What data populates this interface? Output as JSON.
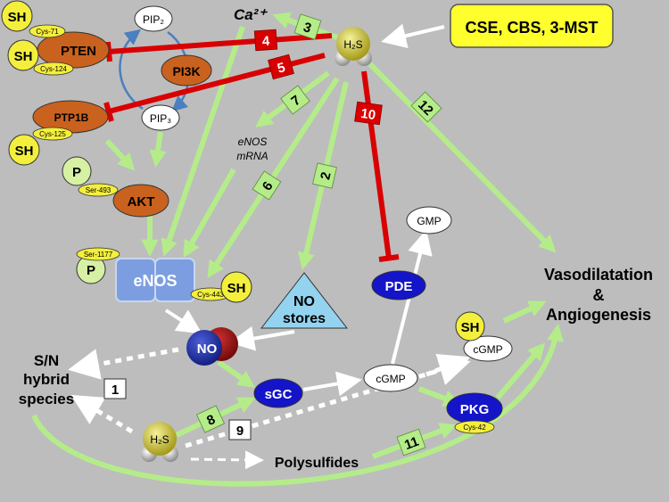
{
  "nodes": {
    "enzymes": "CSE, CBS, 3-MST",
    "h2s_main": "H₂S",
    "h2s_bottom": "H₂S",
    "ca": "Ca²⁺",
    "pip2": "PIP₂",
    "pip3": "PIP₃",
    "pi3k": "PI3K",
    "pten": "PTEN",
    "ptp1b": "PTP1B",
    "akt": "AKT",
    "enos": "eNOS",
    "no": "NO",
    "no_stores_line1": "NO",
    "no_stores_line2": "stores",
    "sgc": "sGC",
    "cgmp": "cGMP",
    "pkg": "PKG",
    "pde": "PDE",
    "gmp": "GMP",
    "sh_cgmp_top": "SH",
    "sh_cgmp_bottom": "cGMP",
    "enos_mrna_line1": "eNOS",
    "enos_mrna_line2": "mRNA",
    "polysulfides": "Polysulfides",
    "sn_line1": "S/N",
    "sn_line2": "hybrid",
    "sn_line3": "species",
    "outcome_line1": "Vasodilatation",
    "outcome_line2": "&",
    "outcome_line3": "Angiogenesis"
  },
  "modifications": {
    "sh": "SH",
    "p": "P",
    "cys71": "Cys-71",
    "cys124": "Cys-124",
    "cys125": "Cys-125",
    "ser493": "Ser-493",
    "ser1177": "Ser-1177",
    "cys443": "Cys-443",
    "cys42": "Cys-42"
  },
  "pathway_labels": [
    "1",
    "2",
    "3",
    "4",
    "5",
    "6",
    "7",
    "8",
    "9",
    "10",
    "11",
    "12"
  ],
  "colors": {
    "background": "#bdbdbd",
    "activation_arrow": "#b5ec8a",
    "inhibition_arrow": "#d80000",
    "enzyme_box": "#ffff2e",
    "sh_badge": "#f3ef3c",
    "orange_protein": "#c9621e",
    "blue_protein": "#1414c8",
    "enos_box": "#7c9ee0",
    "p_badge": "#d6f0a4",
    "no_stores": "#93d3ef"
  }
}
